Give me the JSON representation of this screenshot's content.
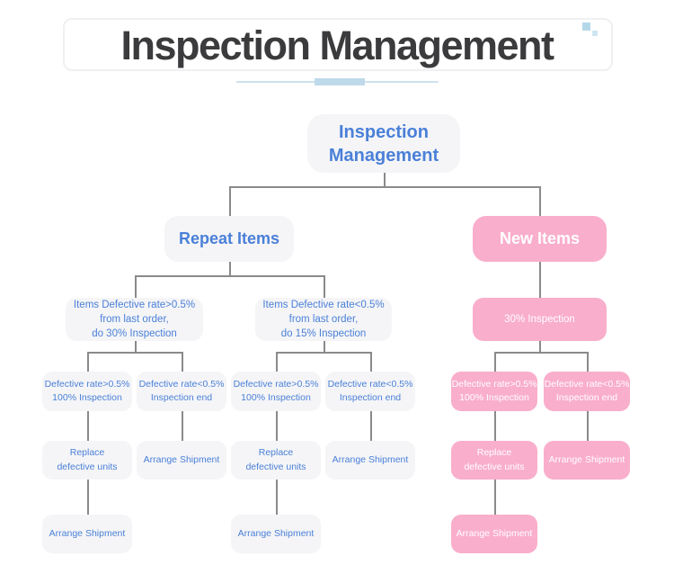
{
  "header": {
    "title": "Inspection Management"
  },
  "colors": {
    "accent_blue": "#4a80d8",
    "pink": "#f9aecb",
    "node_gray": "#f5f5f7",
    "title_text": "#3b3b3d",
    "connector_gray": "#8a8a8a",
    "underline_blue": "#bedaea",
    "corner_square_blue": "#b5d8e8"
  },
  "flowchart": {
    "root": "Inspection\nManagement",
    "repeat": {
      "label": "Repeat Items",
      "high": {
        "label": "Items Defective rate>0.5%\nfrom last order,\ndo 30% Inspection",
        "defective": "Defective rate>0.5%\n100% Inspection",
        "pass": "Defective rate<0.5%\nInspection end",
        "replace": "Replace\ndefective units",
        "ship_after_pass": "Arrange Shipment",
        "ship_final": "Arrange Shipment"
      },
      "low": {
        "label": "Items Defective rate<0.5%\nfrom last order,\ndo 15% Inspection",
        "defective": "Defective rate>0.5%\n100% Inspection",
        "pass": "Defective rate<0.5%\nInspection end",
        "replace": "Replace\ndefective units",
        "ship_after_pass": "Arrange Shipment",
        "ship_final": "Arrange Shipment"
      }
    },
    "new": {
      "label": "New Items",
      "inspection": "30% Inspection",
      "defective": "Defective rate>0.5%\n100% Inspection",
      "pass": "Defective rate<0.5%\nInspection end",
      "replace": "Replace\ndefective units",
      "ship_after_pass": "Arrange Shipment",
      "ship_final": "Arrange Shipment"
    }
  }
}
